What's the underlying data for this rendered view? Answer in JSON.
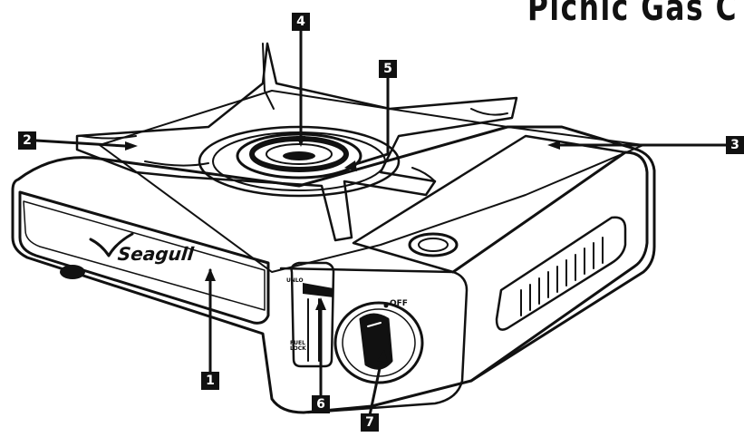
{
  "title": "Picnic  Gas  C",
  "brand": "Seagull",
  "knob_label": "OFF",
  "lever_labels": {
    "top": "UNLO",
    "bottom": "FUEL LOCK"
  },
  "callouts": [
    {
      "id": "1",
      "label": "1"
    },
    {
      "id": "2",
      "label": "2"
    },
    {
      "id": "3",
      "label": "3"
    },
    {
      "id": "4",
      "label": "4"
    },
    {
      "id": "5",
      "label": "5"
    },
    {
      "id": "6",
      "label": "6"
    },
    {
      "id": "7",
      "label": "7"
    }
  ],
  "colors": {
    "line": "#111111",
    "background": "#ffffff"
  },
  "icons": [
    "seagull-logo-icon",
    "burner-icon",
    "knob-icon",
    "vent-icon"
  ]
}
